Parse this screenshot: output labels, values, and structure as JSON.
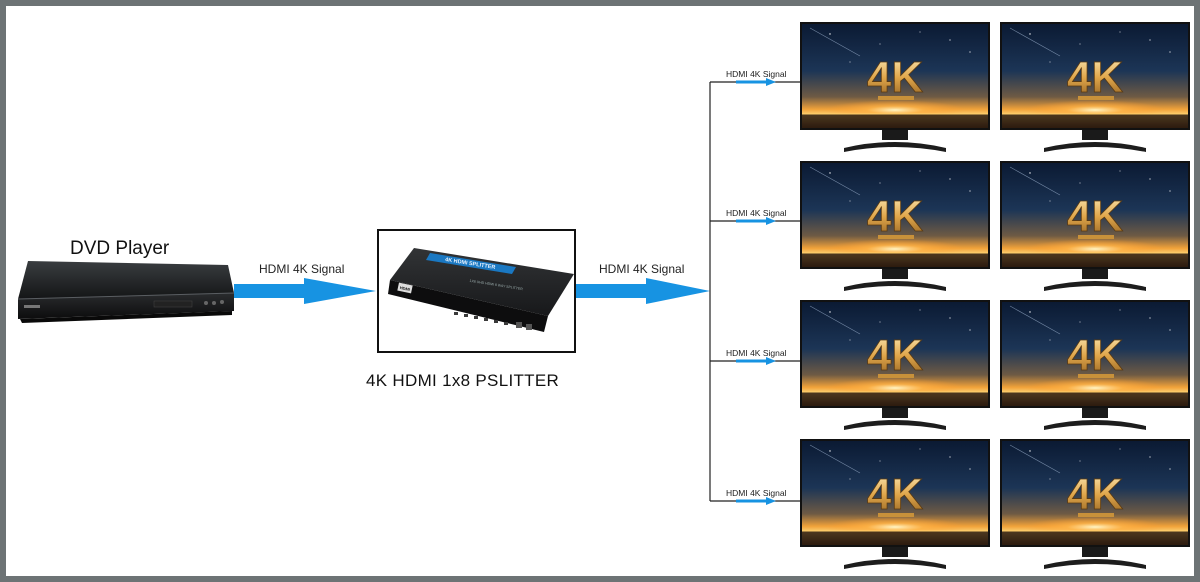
{
  "diagram": {
    "source": {
      "label": "DVD Player"
    },
    "splitter": {
      "label": "4K HDMI 1x8 PSLITTER",
      "top_text": "4K HDMI SPLITTER",
      "sub_text": "1X8 UHD HDMI 8 WAY SPLITTER",
      "badge": "HDMI"
    },
    "links": {
      "dvd_to_splitter": "HDMI 4K Signal",
      "splitter_to_bus": "HDMI 4K Signal"
    },
    "branches": [
      {
        "label": "HDMI 4K Signal"
      },
      {
        "label": "HDMI 4K Signal"
      },
      {
        "label": "HDMI 4K Signal"
      },
      {
        "label": "HDMI 4K Signal"
      }
    ],
    "tvs": [
      {
        "text": "4K"
      },
      {
        "text": "4K"
      },
      {
        "text": "4K"
      },
      {
        "text": "4K"
      },
      {
        "text": "4K"
      },
      {
        "text": "4K"
      },
      {
        "text": "4K"
      },
      {
        "text": "4K"
      }
    ],
    "colors": {
      "arrow": "#1793e2",
      "line": "#222222",
      "gold": "#d89a3c"
    }
  }
}
